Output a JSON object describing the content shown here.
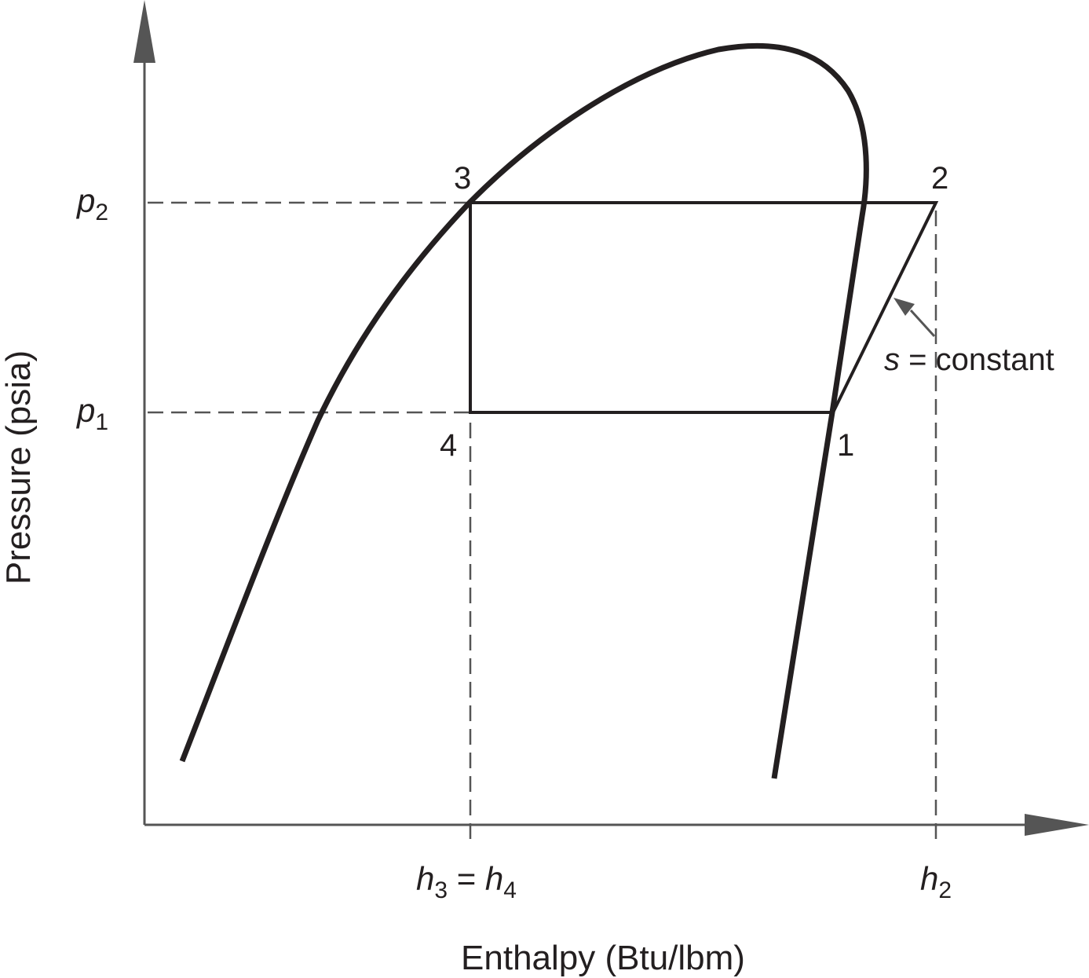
{
  "axes": {
    "x_label": "Enthalpy (Btu/lbm)",
    "y_label": "Pressure (psia)"
  },
  "pressure_levels": {
    "p2": {
      "symbol": "p",
      "subscript": "2"
    },
    "p1": {
      "symbol": "p",
      "subscript": "1"
    }
  },
  "enthalpy_levels": {
    "h3_h4": {
      "left_symbol": "h",
      "left_sub": "3",
      "equals": " = ",
      "right_symbol": "h",
      "right_sub": "4"
    },
    "h2": {
      "symbol": "h",
      "subscript": "2"
    }
  },
  "state_points": {
    "point_1": "1",
    "point_2": "2",
    "point_3": "3",
    "point_4": "4"
  },
  "annotation": {
    "symbol": "s",
    "text": " = constant"
  },
  "colors": {
    "ink": "#231f20",
    "axis": "#555555",
    "background": "#ffffff"
  }
}
